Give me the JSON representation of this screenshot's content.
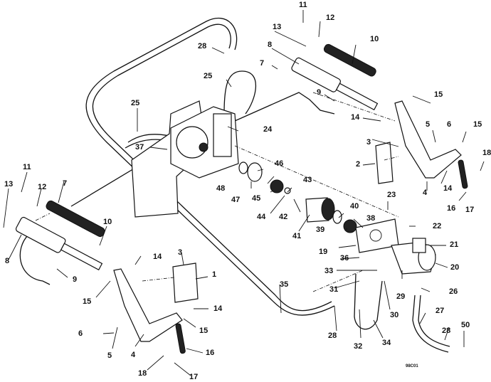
{
  "diagram": {
    "type": "exploded-parts-diagram",
    "figure_id": "98C01",
    "callouts": [
      {
        "id": "c11a",
        "text": "11"
      },
      {
        "id": "c12a",
        "text": "12"
      },
      {
        "id": "c13a",
        "text": "13"
      },
      {
        "id": "c10a",
        "text": "10"
      },
      {
        "id": "c8a",
        "text": "8"
      },
      {
        "id": "c7a",
        "text": "7"
      },
      {
        "id": "c28a",
        "text": "28"
      },
      {
        "id": "c25a",
        "text": "25"
      },
      {
        "id": "c25b",
        "text": "25"
      },
      {
        "id": "c9a",
        "text": "9"
      },
      {
        "id": "c15a",
        "text": "15"
      },
      {
        "id": "c14a",
        "text": "14"
      },
      {
        "id": "c24",
        "text": "24"
      },
      {
        "id": "c37",
        "text": "37"
      },
      {
        "id": "c3a",
        "text": "3"
      },
      {
        "id": "c5a",
        "text": "5"
      },
      {
        "id": "c6a",
        "text": "6"
      },
      {
        "id": "c15b",
        "text": "15"
      },
      {
        "id": "c18a",
        "text": "18"
      },
      {
        "id": "c2",
        "text": "2"
      },
      {
        "id": "c14b",
        "text": "14"
      },
      {
        "id": "c4a",
        "text": "4"
      },
      {
        "id": "c16a",
        "text": "16"
      },
      {
        "id": "c17a",
        "text": "17"
      },
      {
        "id": "c46",
        "text": "46"
      },
      {
        "id": "c48",
        "text": "48"
      },
      {
        "id": "c47",
        "text": "47"
      },
      {
        "id": "c45",
        "text": "45"
      },
      {
        "id": "c43",
        "text": "43"
      },
      {
        "id": "c44",
        "text": "44"
      },
      {
        "id": "c42",
        "text": "42"
      },
      {
        "id": "c40",
        "text": "40"
      },
      {
        "id": "c41",
        "text": "41"
      },
      {
        "id": "c39",
        "text": "39"
      },
      {
        "id": "c38",
        "text": "38"
      },
      {
        "id": "c23",
        "text": "23"
      },
      {
        "id": "c22",
        "text": "22"
      },
      {
        "id": "c21",
        "text": "21"
      },
      {
        "id": "c19",
        "text": "19"
      },
      {
        "id": "c36",
        "text": "36"
      },
      {
        "id": "c20",
        "text": "20"
      },
      {
        "id": "c33",
        "text": "33"
      },
      {
        "id": "c31",
        "text": "31"
      },
      {
        "id": "c29",
        "text": "29"
      },
      {
        "id": "c26",
        "text": "26"
      },
      {
        "id": "c30",
        "text": "30"
      },
      {
        "id": "c35",
        "text": "35"
      },
      {
        "id": "c27",
        "text": "27"
      },
      {
        "id": "c28b",
        "text": "28"
      },
      {
        "id": "c28c",
        "text": "28"
      },
      {
        "id": "c50",
        "text": "50"
      },
      {
        "id": "c32",
        "text": "32"
      },
      {
        "id": "c34",
        "text": "34"
      },
      {
        "id": "c11b",
        "text": "11"
      },
      {
        "id": "c13b",
        "text": "13"
      },
      {
        "id": "c12b",
        "text": "12"
      },
      {
        "id": "c7b",
        "text": "7"
      },
      {
        "id": "c10b",
        "text": "10"
      },
      {
        "id": "c8b",
        "text": "8"
      },
      {
        "id": "c9b",
        "text": "9"
      },
      {
        "id": "c14c",
        "text": "14"
      },
      {
        "id": "c3b",
        "text": "3"
      },
      {
        "id": "c1",
        "text": "1"
      },
      {
        "id": "c15c",
        "text": "15"
      },
      {
        "id": "c14d",
        "text": "14"
      },
      {
        "id": "c15d",
        "text": "15"
      },
      {
        "id": "c6b",
        "text": "6"
      },
      {
        "id": "c5b",
        "text": "5"
      },
      {
        "id": "c4b",
        "text": "4"
      },
      {
        "id": "c16b",
        "text": "16"
      },
      {
        "id": "c18b",
        "text": "18"
      },
      {
        "id": "c17b",
        "text": "17"
      }
    ]
  }
}
